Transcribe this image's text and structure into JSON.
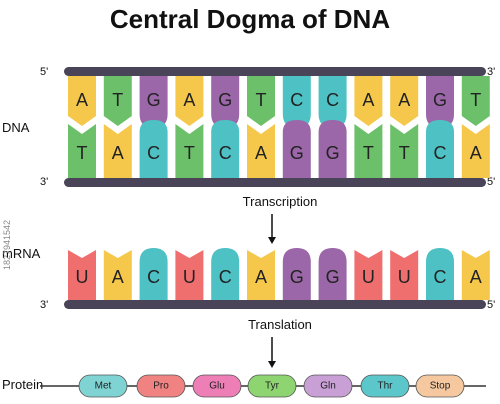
{
  "title": "Central Dogma of DNA",
  "labels": {
    "dna": "DNA",
    "mrna": "mRNA",
    "protein": "Protein",
    "transcription": "Transcription",
    "translation": "Translation"
  },
  "strand_ends": {
    "dna_top_left": "5'",
    "dna_top_right": "3'",
    "dna_bottom_left": "3'",
    "dna_bottom_right": "5'",
    "mrna_left": "3'",
    "mrna_right": "5'"
  },
  "dna": {
    "top_strand": [
      "A",
      "T",
      "G",
      "A",
      "G",
      "T",
      "C",
      "C",
      "A",
      "A",
      "G",
      "T"
    ],
    "bottom_strand": [
      "T",
      "A",
      "C",
      "T",
      "C",
      "A",
      "G",
      "G",
      "T",
      "T",
      "C",
      "A"
    ]
  },
  "mrna": [
    "U",
    "A",
    "C",
    "U",
    "C",
    "A",
    "G",
    "G",
    "U",
    "U",
    "C",
    "A"
  ],
  "protein": [
    "Met",
    "Pro",
    "Glu",
    "Tyr",
    "Gln",
    "Thr",
    "Stop"
  ],
  "base_colors": {
    "A": "#f5c84c",
    "T": "#6cc06a",
    "G": "#9b67a8",
    "C": "#4ec1c4",
    "U": "#ef6f6f"
  },
  "amino_colors": {
    "Met": "#7fd3d3",
    "Pro": "#f08282",
    "Glu": "#ee7fb6",
    "Tyr": "#8ed470",
    "Gln": "#c8a0d6",
    "Thr": "#5cc7cb",
    "Stop": "#f5c8a0"
  },
  "backbone_color": "#4a4458",
  "side_id": "1827941542"
}
